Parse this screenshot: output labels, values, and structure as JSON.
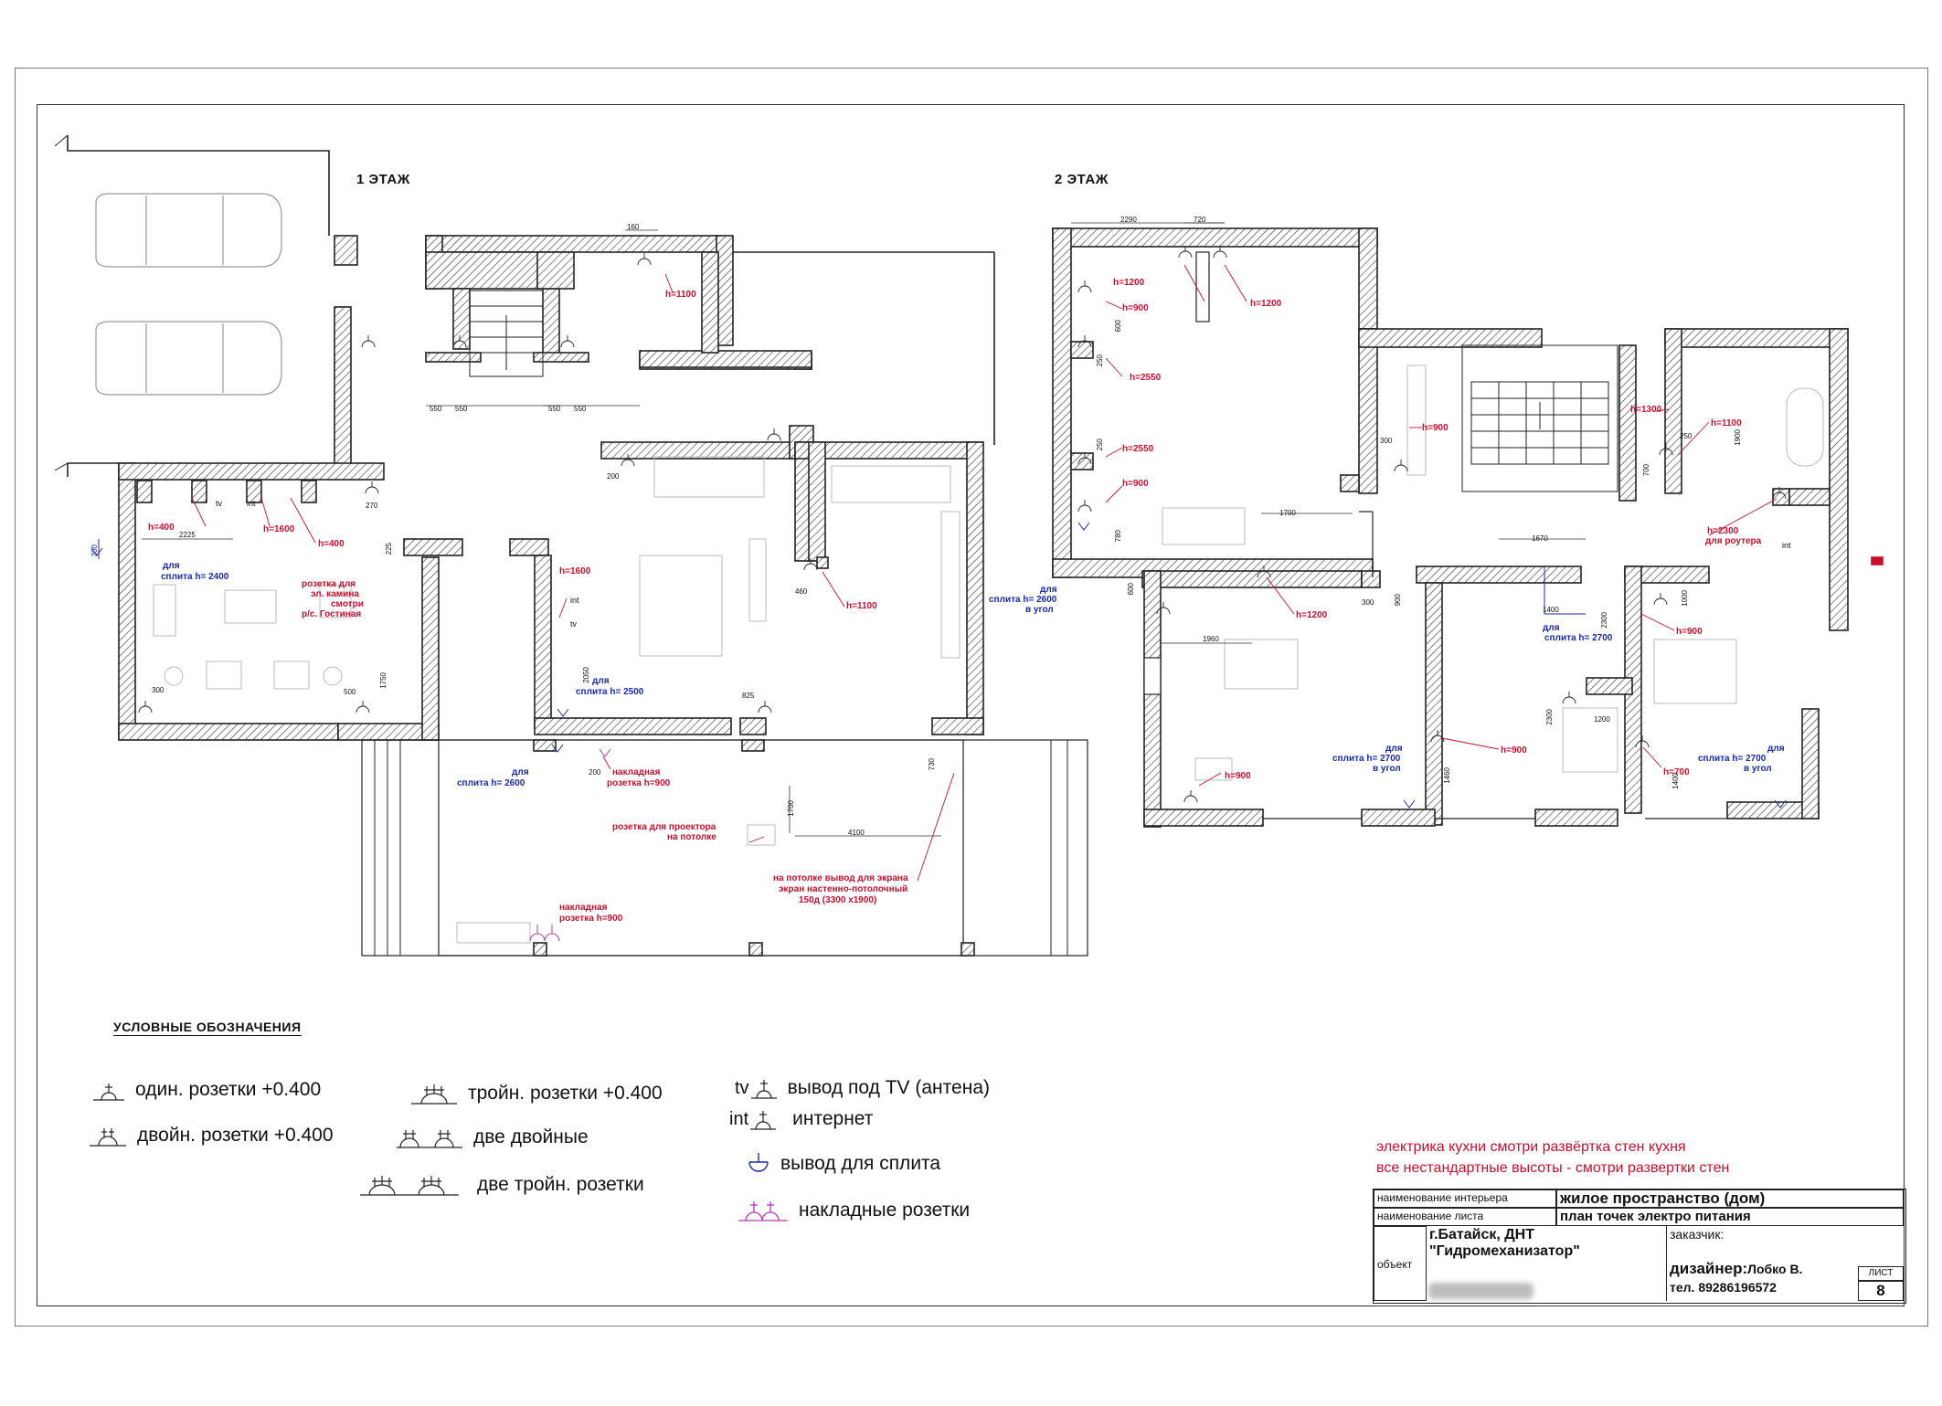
{
  "floors": {
    "first": "1 ЭТАЖ",
    "second": "2 ЭТАЖ"
  },
  "colors": {
    "annotation_red": "#c8102e",
    "annotation_blue": "#1a2aa8",
    "overlay_magenta": "#b23bb8",
    "wall": "#222222"
  },
  "first_floor_labels": {
    "h1100": "h=1100",
    "h400a": "h=400",
    "h1600a": "h=1600",
    "h400b": "h=400",
    "split2400_1": "для",
    "split2400_2": "сплита h= 2400",
    "fireplace_1": "розетка для",
    "fireplace_2": "эл. камина",
    "fireplace_3": "смотри",
    "fireplace_3b": "р/с. Гостиная",
    "h1600b": "h=1600",
    "int": "int",
    "tv": "tv",
    "split2500_1": "для",
    "split2500_2": "сплита h= 2500",
    "h1100b": "h=1100",
    "split2600_1": "для",
    "split2600_2": "сплита h= 2600",
    "overhead900_1": "накладная",
    "overhead900_2": "розетка h=900",
    "projector_1": "розетка для проектора",
    "projector_2": "на потолке",
    "screen_1": "на потолке вывод для экрана",
    "screen_2": "экран настенно-потолочный",
    "screen_3": "150д (3300 х1900)",
    "overhead900b_1": "накладная",
    "overhead900b_2": "розетка h=900"
  },
  "first_floor_dims": {
    "d160": "160",
    "d550a": "550",
    "d550b": "550",
    "d550c": "550",
    "d550d": "550",
    "d2225": "2225",
    "d270": "270",
    "d300": "300",
    "d225": "225",
    "d200": "200",
    "d1750": "1750",
    "d300b": "300",
    "d500": "500",
    "d460": "460",
    "d2050": "2050",
    "d825": "825",
    "d200b": "200",
    "d1700": "1700",
    "d4100": "4100",
    "d730": "730"
  },
  "second_floor_labels": {
    "h1200a": "h=1200",
    "h900a": "h=900",
    "h1200b": "h=1200",
    "h2550a": "h=2550",
    "h2550b": "h=2550",
    "h900b": "h=900",
    "h900c": "h=900",
    "h1300": "h=1300",
    "h1100": "h=1100",
    "router_1": "h=2300",
    "router_2": "для роутера",
    "int": "int",
    "split2600_1": "для",
    "split2600_2": "сплита h= 2600",
    "split2600_3": "в угол",
    "h1200c": "h=1200",
    "split2700a_1": "для",
    "split2700a_2": "сплита h= 2700",
    "h900d": "h=900",
    "split2700b_1": "для",
    "split2700b_2": "сплита h= 2700",
    "split2700b_3": "в угол",
    "h900e": "h=900",
    "h700": "h=700",
    "split2700c_1": "для",
    "split2700c_2": "сплита h= 2700",
    "split2700c_3": "в угол",
    "h900f": "h=900"
  },
  "second_floor_dims": {
    "d2290": "2290",
    "d720": "720",
    "d600": "600",
    "d250": "250",
    "d250b": "250",
    "d780": "780",
    "d1700": "1700",
    "d300": "300",
    "d250c": "250",
    "d700": "700",
    "d1900": "1900",
    "d1670": "1670",
    "d1400": "1400",
    "d600b": "600",
    "d1960": "1960",
    "d900": "900",
    "d2300": "2300",
    "d1000": "1000",
    "d1200": "1200",
    "d2300b": "2300",
    "d1460": "1460",
    "d1400b": "1400",
    "d300b": "300"
  },
  "legend": {
    "title": "УСЛОВНЫЕ ОБОЗНАЧЕНИЯ",
    "single": "один. розетки +0.400",
    "double": "двойн. розетки +0.400",
    "triple": "тройн. розетки +0.400",
    "two_double": "две двойные",
    "two_triple": "две тройн. розетки",
    "tv_prefix": "tv",
    "tv": "вывод под TV (антена)",
    "int_prefix": "int",
    "internet": "интернет",
    "split": "вывод для сплита",
    "overhead": "накладные розетки"
  },
  "notes": {
    "line1": "электрика кухни смотри развёртка стен кухня",
    "line2": "все нестандартные высоты - смотри развертки стен"
  },
  "title_block": {
    "interior_label": "наименование интерьера",
    "interior_value": "жилое пространство  (дом)",
    "sheet_label": "наименование листа",
    "sheet_value": "план точек электро питания",
    "object_label": "объект",
    "object_line1": "г.Батайск, ДНТ",
    "object_line2": "\"Гидромеханизатор\"",
    "customer_label": "заказчик:",
    "designer_label": "дизайнер:",
    "designer_name": "Лобко В.",
    "phone": "тел. 89286196572",
    "list_label": "ЛИСТ",
    "list_number": "8"
  }
}
